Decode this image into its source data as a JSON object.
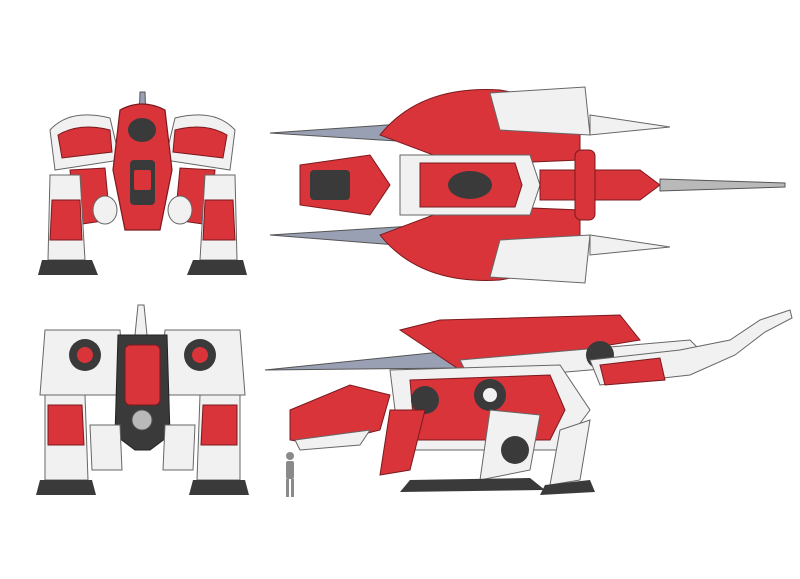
{
  "sheet": {
    "subject": "red-and-white-mech-dinosaur",
    "views": [
      "front",
      "back",
      "top",
      "side"
    ]
  },
  "colors": {
    "armor_red": "#d8343a",
    "armor_red_dark": "#9e1e24",
    "armor_white": "#f1f1f1",
    "armor_grey": "#b9b9b9",
    "frame_dark": "#3a3a3a",
    "blade_steel": "#9aa0b4",
    "scale_figure": "#8a8a8a"
  }
}
